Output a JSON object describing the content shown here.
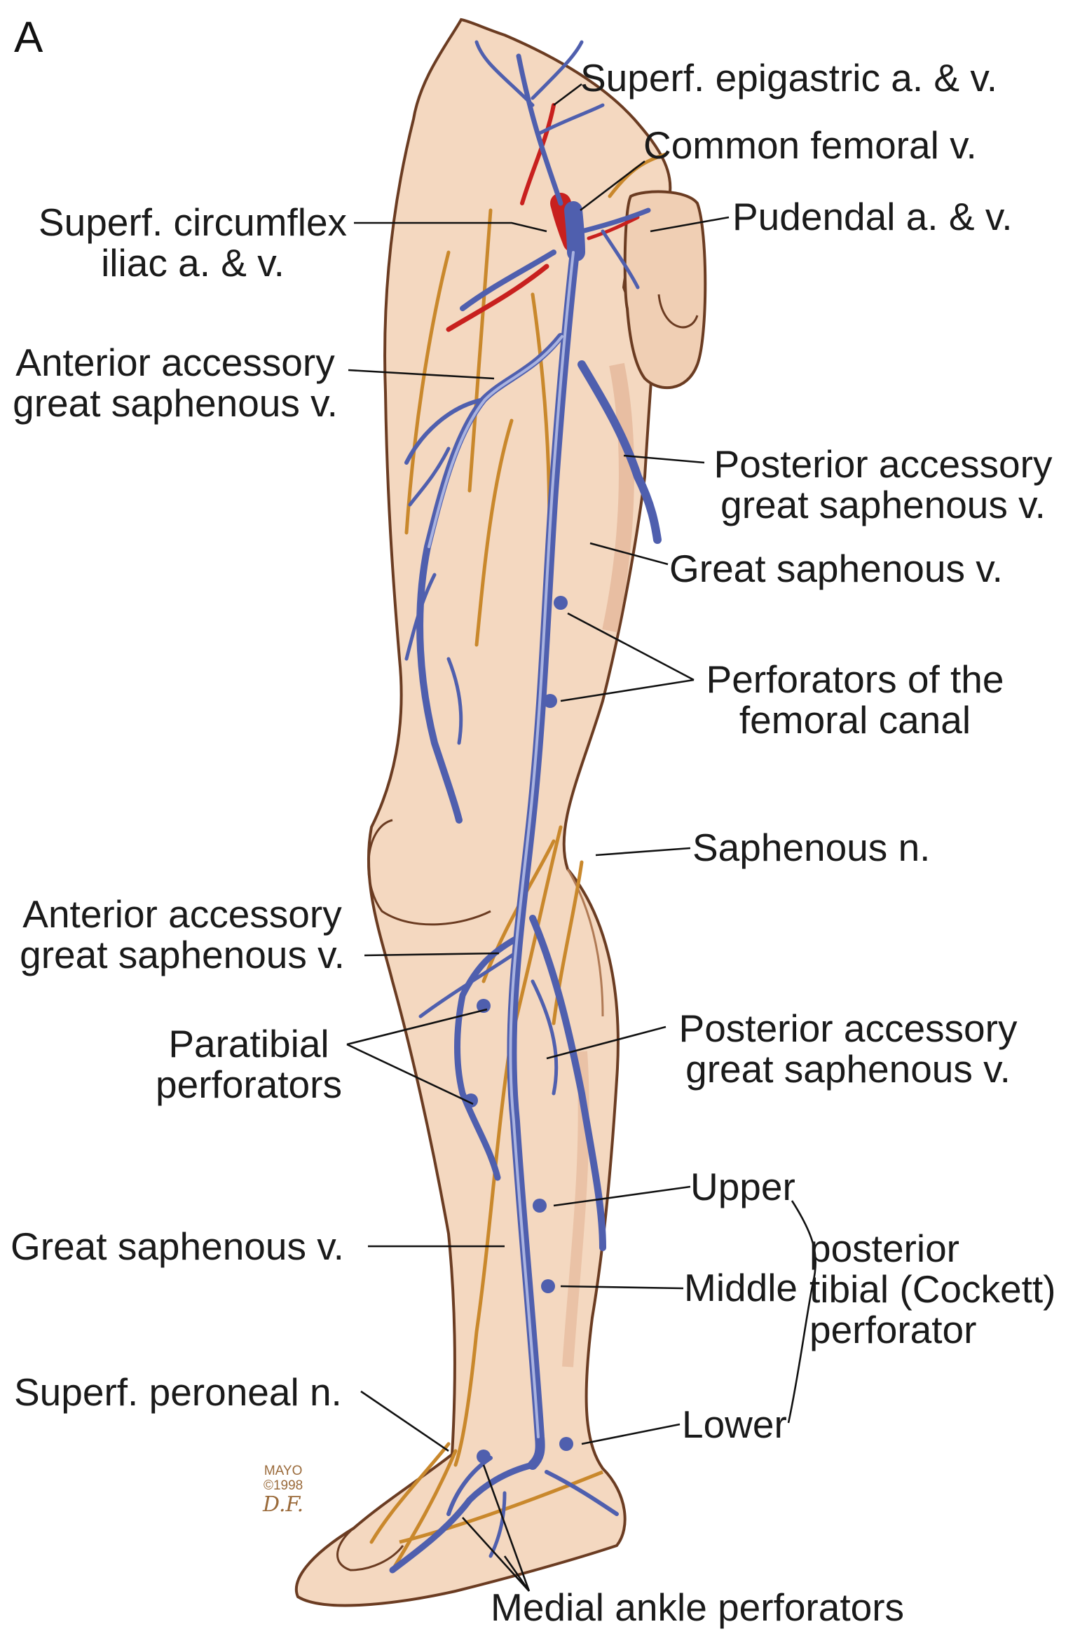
{
  "panel_label": "A",
  "labels": {
    "superf_epigastric": "Superf. epigastric a. & v.",
    "common_femoral": "Common femoral v.",
    "pudendal": "Pudendal a. & v.",
    "superf_circumflex_1": "Superf. circumflex",
    "superf_circumflex_2": "iliac a. & v.",
    "ant_accessory_upper_1": "Anterior accessory",
    "ant_accessory_upper_2": "great saphenous v.",
    "post_accessory_upper_1": "Posterior accessory",
    "post_accessory_upper_2": "great saphenous v.",
    "great_saphenous_upper": "Great saphenous v.",
    "perforators_femoral_1": "Perforators of the",
    "perforators_femoral_2": "femoral canal",
    "saphenous_n": "Saphenous n.",
    "ant_accessory_lower_1": "Anterior accessory",
    "ant_accessory_lower_2": "great saphenous v.",
    "paratibial_1": "Paratibial",
    "paratibial_2": "perforators",
    "post_accessory_lower_1": "Posterior accessory",
    "post_accessory_lower_2": "great saphenous v.",
    "upper": "Upper",
    "middle": "Middle",
    "lower": "Lower",
    "cockett_1": "posterior",
    "cockett_2": "tibial (Cockett)",
    "cockett_3": "perforator",
    "great_saphenous_lower": "Great saphenous v.",
    "superf_peroneal": "Superf. peroneal n.",
    "medial_ankle": "Medial ankle perforators"
  },
  "signature": {
    "line1": "MAYO",
    "line2": "©1998",
    "initials": "D.F."
  },
  "colors": {
    "skin": "#f4d8c0",
    "skin_shade": "#e2b495",
    "outline": "#6b3c22",
    "vein": "#4f5fae",
    "vein_highlight": "#a9b3e0",
    "artery": "#c8201e",
    "nerve": "#c9882c"
  }
}
